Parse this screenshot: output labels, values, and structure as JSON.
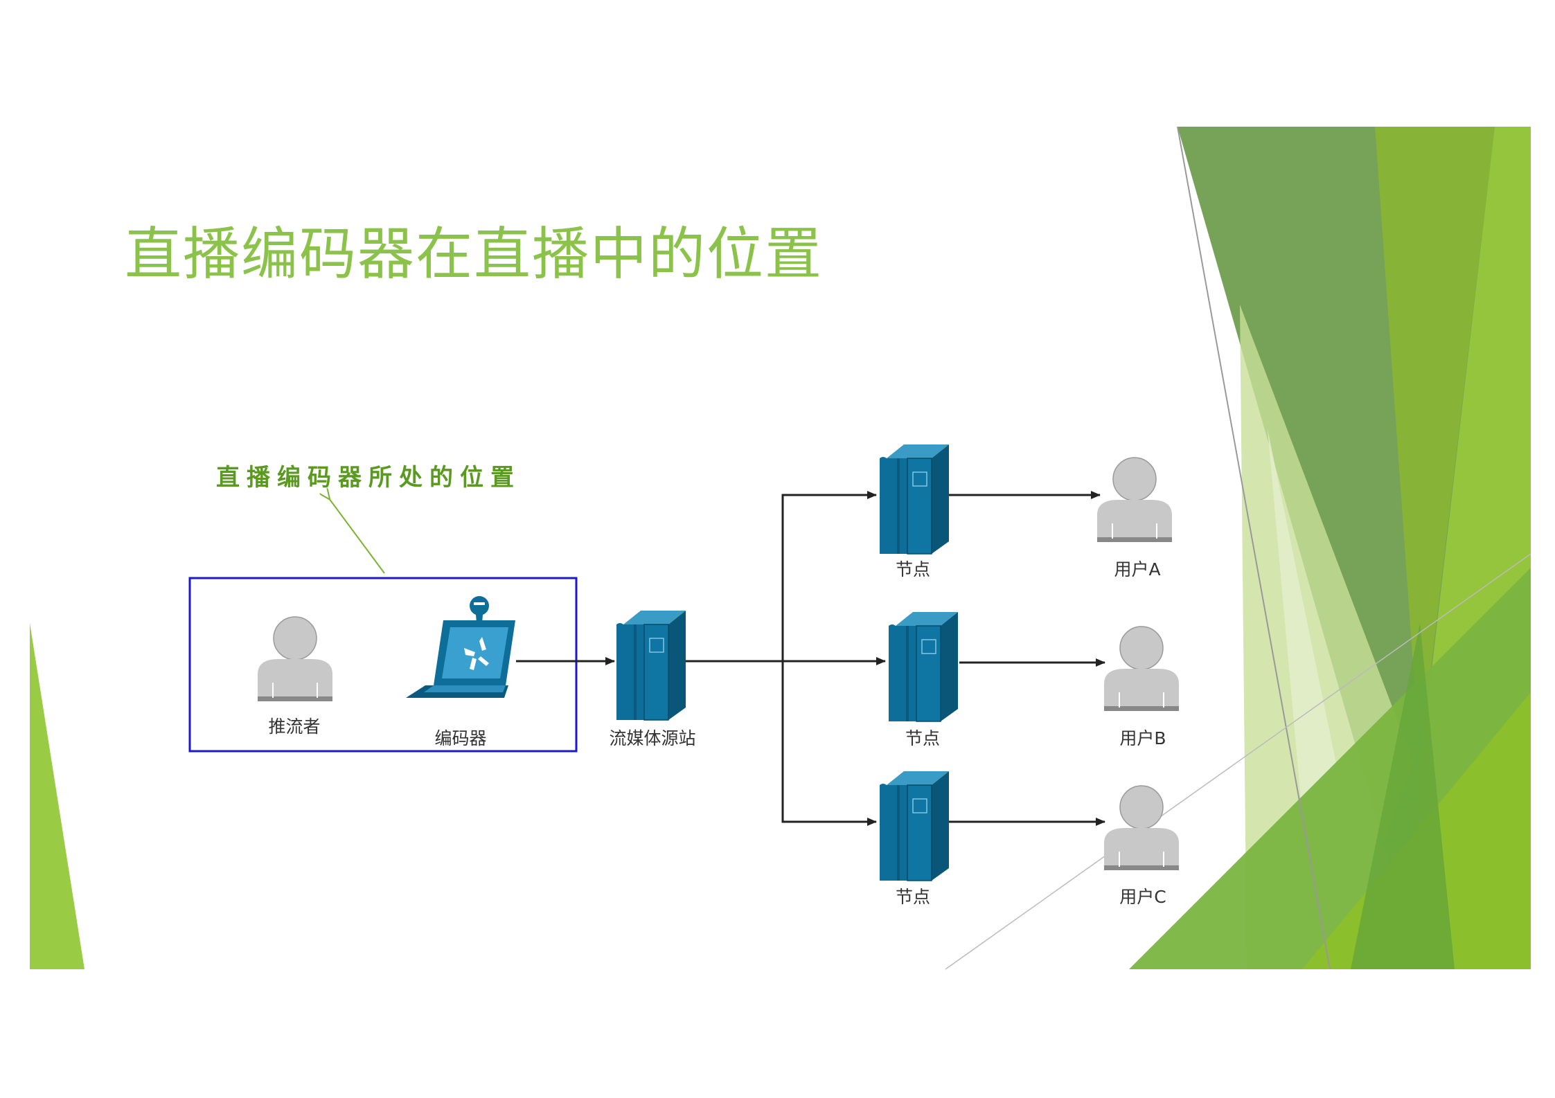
{
  "slide": {
    "title": "直播编码器在直播中的位置"
  },
  "annotation": {
    "text": "直播编码器所处的位置"
  },
  "nodes": {
    "pusher": "推流者",
    "encoder": "编码器",
    "origin": "流媒体源站",
    "relay_top": "节点",
    "relay_mid": "节点",
    "relay_bot": "节点",
    "user_a": "用户A",
    "user_b": "用户B",
    "user_c": "用户C"
  },
  "colors": {
    "accent": "#8bc34a",
    "server": "#0e6e9a",
    "person": "#c8c8c8",
    "highlight_box": "#1a1acc",
    "annotation_arrow": "#7bb32e"
  }
}
